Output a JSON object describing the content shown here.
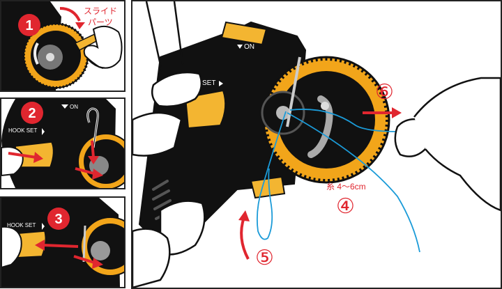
{
  "colors": {
    "gear": "#f2a51a",
    "body": "#111111",
    "arrow": "#e0262f",
    "line": "#1b9bd8",
    "button": "#f3b531"
  },
  "steps": {
    "step1": {
      "number": "1",
      "label_line1": "スライド",
      "label_line2": "パーツ"
    },
    "step2": {
      "number": "2",
      "hook_set": "HOOK SET",
      "on_label": "ON"
    },
    "step3": {
      "number": "3",
      "hook_set": "HOOK SET"
    },
    "main": {
      "on_label": "ON",
      "hook_set_fragment": "SET",
      "step4_number": "④",
      "step4_label": "糸 4〜6cm",
      "step5_number": "⑤",
      "step6_number": "⑥"
    }
  },
  "icons": [
    "hand-icon",
    "arrow-icon",
    "gear-dial-icon",
    "hook-icon",
    "fishing-line-icon"
  ]
}
